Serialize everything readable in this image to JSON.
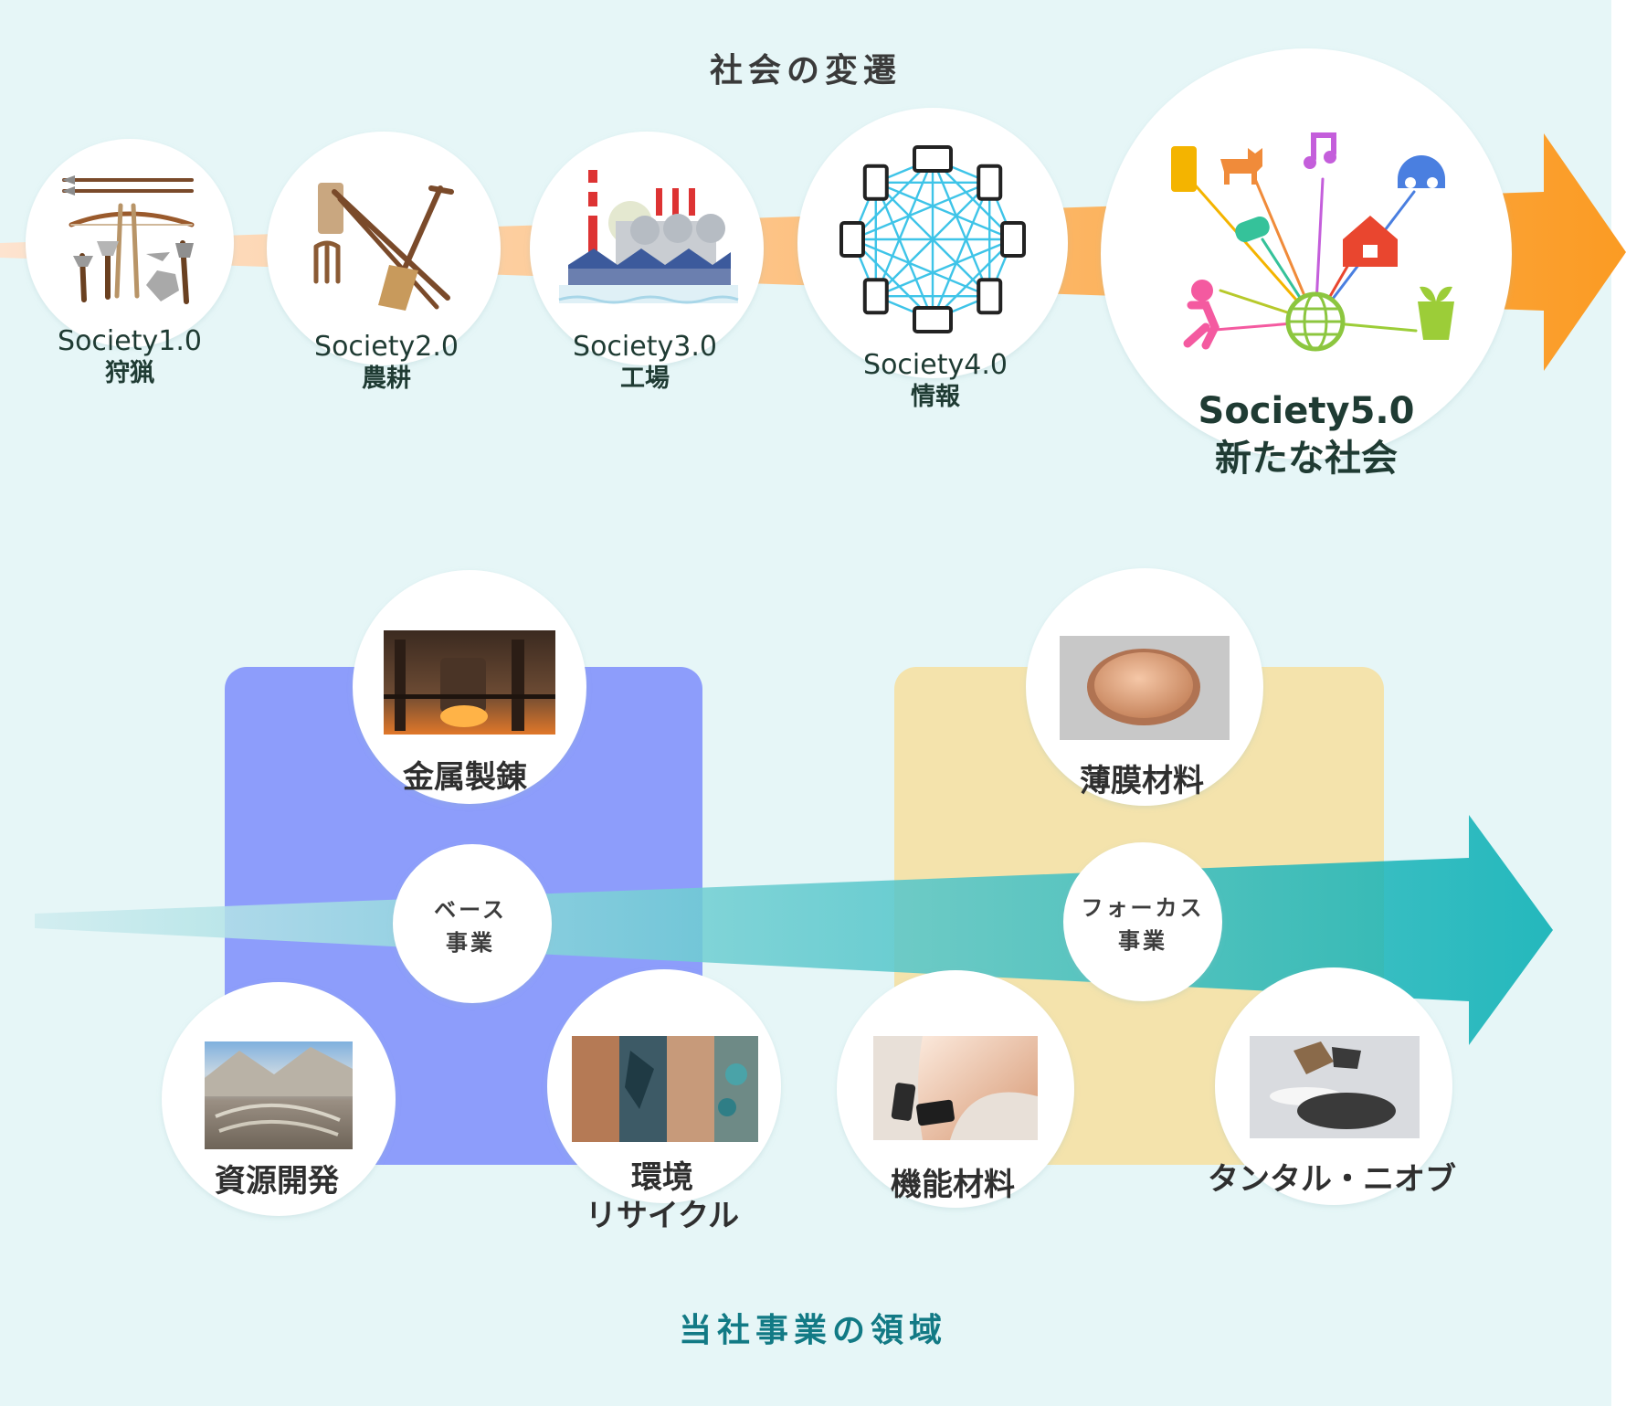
{
  "society": {
    "title": "社会の変遷",
    "eras": [
      {
        "code": "Society1.0",
        "name": "狩猟",
        "icon": "hunting-tools-icon"
      },
      {
        "code": "Society2.0",
        "name": "農耕",
        "icon": "farming-tools-icon"
      },
      {
        "code": "Society3.0",
        "name": "工場",
        "icon": "factory-icon"
      },
      {
        "code": "Society4.0",
        "name": "情報",
        "icon": "device-network-icon"
      },
      {
        "code": "Society5.0",
        "name": "新たな社会",
        "icon": "connected-society-icon"
      }
    ]
  },
  "business": {
    "title": "当社事業の領域",
    "base": {
      "label": "ベース\n事業",
      "items": [
        {
          "name": "金属製錬",
          "photo": "smelting-plant-photo"
        },
        {
          "name": "資源開発",
          "photo": "open-pit-mine-photo"
        },
        {
          "name": "環境\nリサイクル",
          "photo": "recycled-metals-photo"
        }
      ]
    },
    "focus": {
      "label": "フォーカス\n事業",
      "items": [
        {
          "name": "薄膜材料",
          "photo": "sputtering-target-photo"
        },
        {
          "name": "機能材料",
          "photo": "copper-foil-photo"
        },
        {
          "name": "タンタル・ニオブ",
          "photo": "tantalum-niobium-powder-photo"
        }
      ]
    }
  },
  "colors": {
    "background": "#e6f6f7",
    "arrow_start": "#fde3cf",
    "arrow_end": "#fb9b23",
    "base_zone": "#8d9dfb",
    "focus_zone": "#f4e2a8",
    "growth_arrow": "#02adb2",
    "heading_teal": "#127a85"
  }
}
